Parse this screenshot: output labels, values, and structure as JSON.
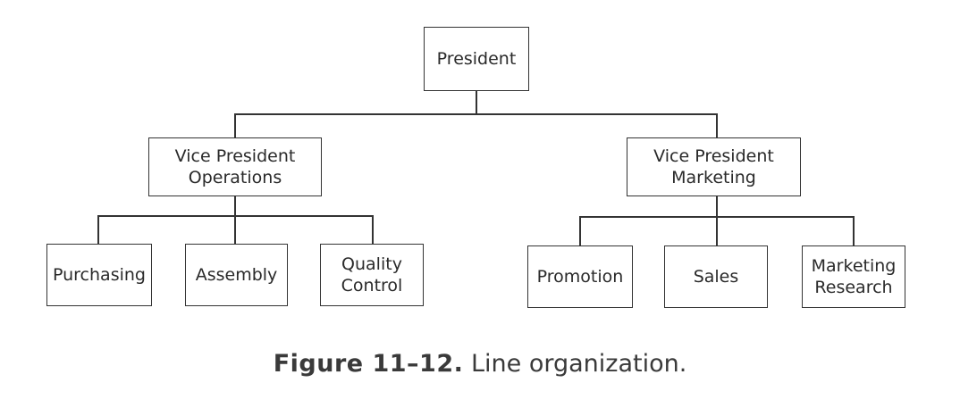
{
  "org_chart": {
    "president": {
      "label": "President"
    },
    "vp_operations": {
      "line1": "Vice President",
      "line2": "Operations"
    },
    "vp_marketing": {
      "line1": "Vice President",
      "line2": "Marketing"
    },
    "operations_units": [
      {
        "line1": "Purchasing"
      },
      {
        "line1": "Assembly"
      },
      {
        "line1": "Quality",
        "line2": "Control"
      }
    ],
    "marketing_units": [
      {
        "line1": "Promotion"
      },
      {
        "line1": "Sales"
      },
      {
        "line1": "Marketing",
        "line2": "Research"
      }
    ]
  },
  "caption": {
    "label": "Figure 11–12.",
    "text": "Line organization."
  }
}
